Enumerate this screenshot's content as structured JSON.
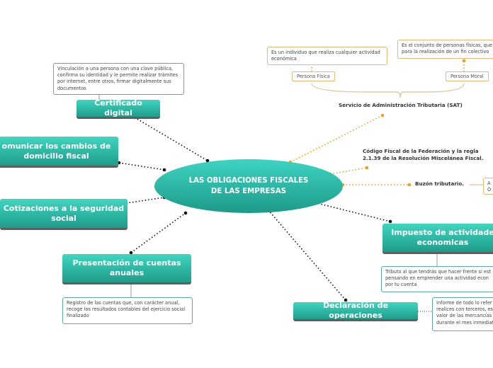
{
  "center": {
    "line1": "LAS OBLIGACIONES FISCALES",
    "line2": "DE LAS EMPRESAS"
  },
  "topics": {
    "certificado": "Certificado digital",
    "comunicar": {
      "line1": "omunicar los  cambios de",
      "line2": "domicilio fiscal"
    },
    "cotizaciones": {
      "line1": "Cotizaciones a la seguridad",
      "line2": "social"
    },
    "presentacion": {
      "line1": "Presentación de cuentas",
      "line2": "anuales"
    },
    "declaracion": "Declaración de operaciones",
    "impuesto": {
      "line1": "Impuesto de actividade",
      "line2": "economicas"
    }
  },
  "notes": {
    "certificado": "Vinculación a una persona con una clave pública, confirma su identidad y le permite realizar trámites por internet, entre otros, firmar digitalmente sus documentos",
    "presentacion": "Registro de las cuentas que, con carácter anual, recoge los resultados contables del ejercicio social finalizado",
    "impuesto": "Tributo al que tendrás que hacer frente si est pensando en emprender una actividad econ por tu cuenta",
    "declaracion": "Informe de todo lo refer realices con terceros, es valor de las mercancías durante el mes inmediat",
    "persona_fisica": "Es un individuo que realiza cualquier actividad económica",
    "persona_moral": "Es el conjunto de personas físicas, que para la realización de un fin colectivo",
    "buzon_side": "A O"
  },
  "labels": {
    "sat": "Servicio de Administración Tributaria (SAT)",
    "codigo": {
      "line1": "Código Fiscal de la Federación y la regla",
      "line2": "2.1.39 de la Resolución Miscelánea Fiscal."
    },
    "buzon": "Buzón tributario.",
    "persona_fisica": "Persona Física",
    "persona_moral": "Persona Moral"
  }
}
